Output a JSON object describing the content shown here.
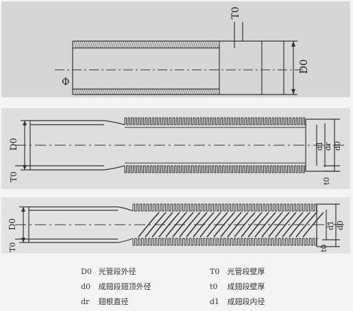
{
  "diagram": {
    "panel1": {
      "label_T0": "T0",
      "label_D0": "D0",
      "label_phi": "Φ"
    },
    "panel2": {
      "label_D0": "D0",
      "label_T0": "T0",
      "label_d1": "d1",
      "label_dr": "dr",
      "label_d0": "d0",
      "label_t0": "t0"
    },
    "panel3": {
      "label_D0": "D0",
      "label_T0": "T0",
      "label_d1": "d1",
      "label_d0": "d0",
      "label_t0": "t0"
    }
  },
  "legend": [
    {
      "symbol": "D0",
      "text": "光管段外径"
    },
    {
      "symbol": "T0",
      "text": "光管段壁厚"
    },
    {
      "symbol": "d0",
      "text": "成翅段翅顶外径"
    },
    {
      "symbol": "t0",
      "text": "成翅段壁厚"
    },
    {
      "symbol": "dr",
      "text": "翅根直径"
    },
    {
      "symbol": "d1",
      "text": "成翅段内径"
    }
  ]
}
